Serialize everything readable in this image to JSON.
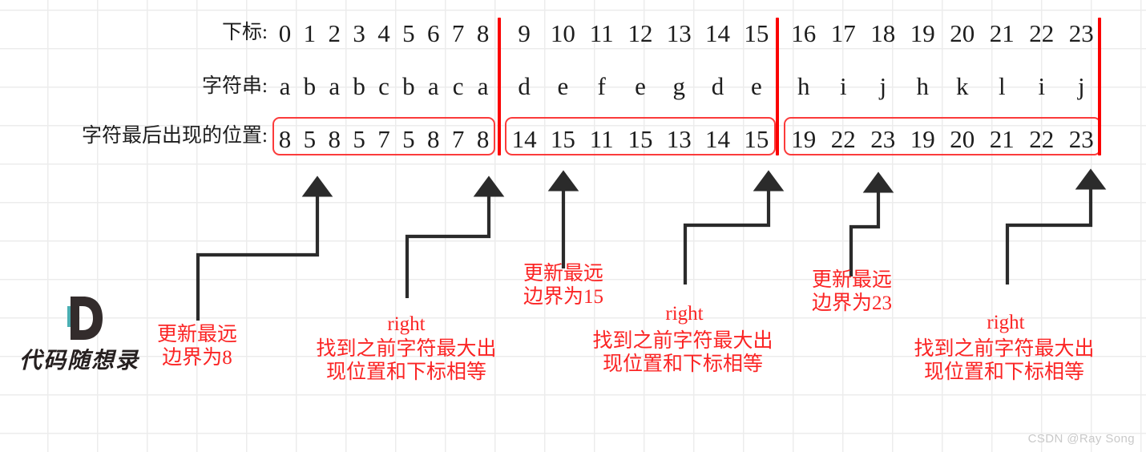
{
  "diagram": {
    "title_labels": {
      "index": "下标:",
      "string": "字符串:",
      "lastpos": "字符最后出现的位置:"
    },
    "groups": [
      {
        "id": "group-1",
        "indices": [
          "0",
          "1",
          "2",
          "3",
          "4",
          "5",
          "6",
          "7",
          "8"
        ],
        "chars": [
          "a",
          "b",
          "a",
          "b",
          "c",
          "b",
          "a",
          "c",
          "a"
        ],
        "last_positions": [
          "8",
          "5",
          "8",
          "5",
          "7",
          "5",
          "8",
          "7",
          "8"
        ]
      },
      {
        "id": "group-2",
        "indices": [
          "9",
          "10",
          "11",
          "12",
          "13",
          "14",
          "15"
        ],
        "chars": [
          "d",
          "e",
          "f",
          "e",
          "g",
          "d",
          "e"
        ],
        "last_positions": [
          "14",
          "15",
          "11",
          "15",
          "13",
          "14",
          "15"
        ]
      },
      {
        "id": "group-3",
        "indices": [
          "16",
          "17",
          "18",
          "19",
          "20",
          "21",
          "22",
          "23"
        ],
        "chars": [
          "h",
          "i",
          "j",
          "h",
          "k",
          "l",
          "i",
          "j"
        ],
        "last_positions": [
          "19",
          "22",
          "23",
          "19",
          "20",
          "21",
          "22",
          "23"
        ]
      }
    ],
    "annotations": [
      {
        "id": "anno-update-8",
        "text": "更新最远\n边界为8"
      },
      {
        "id": "anno-right-1",
        "label": "right",
        "text": "找到之前字符最大出\n现位置和下标相等"
      },
      {
        "id": "anno-update-15",
        "text": "更新最远\n边界为15"
      },
      {
        "id": "anno-right-2",
        "label": "right",
        "text": "找到之前字符最大出\n现位置和下标相等"
      },
      {
        "id": "anno-update-23",
        "text": "更新最远\n边界为23"
      },
      {
        "id": "anno-right-3",
        "label": "right",
        "text": "找到之前字符最大出\n现位置和下标相等"
      }
    ],
    "logo": {
      "mark": "D",
      "name": "代码随想录"
    },
    "watermark": "CSDN @Ray Song",
    "colors": {
      "red": "#fb2424",
      "divider_red": "#fb0000",
      "box_red": "#fb3b3b",
      "ink": "#1d1d1d",
      "arrow": "#2b2b2b",
      "grid": "#ececec",
      "logo_teal": "#4aaeb2",
      "watermark": "#c9c9c9"
    }
  }
}
